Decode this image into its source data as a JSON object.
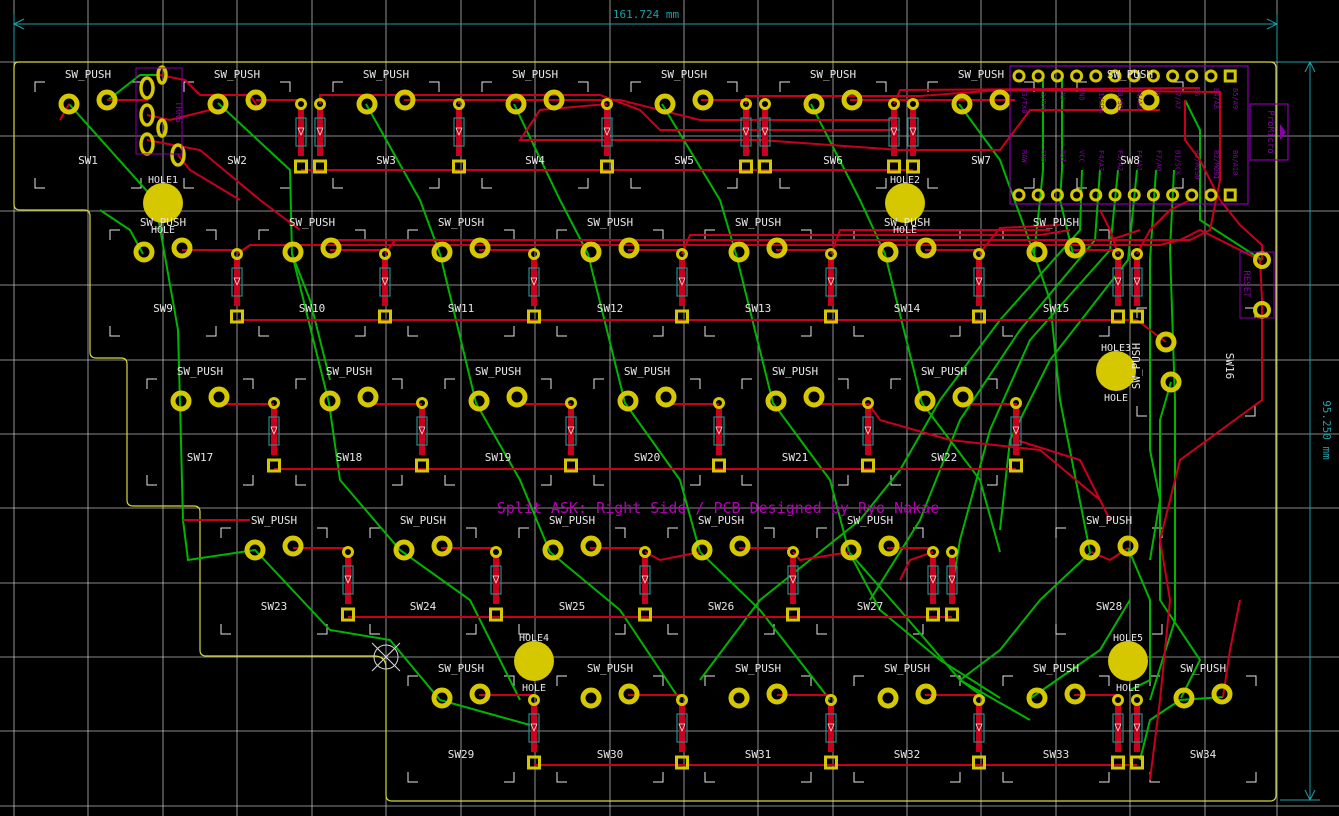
{
  "dimensions": {
    "width_label": "161.724 mm",
    "height_label": "95.250 mm"
  },
  "silkscreen_title": "Split ASK: Right Side / PCB Designed by Ryo Nakae",
  "switch_footprint_label": "SW_PUSH",
  "hole_sub_label": "HOLE",
  "holes": [
    "HOLE1",
    "HOLE2",
    "HOLE3",
    "HOLE4",
    "HOLE5"
  ],
  "switches": [
    "SW1",
    "SW2",
    "SW3",
    "SW4",
    "SW5",
    "SW6",
    "SW7",
    "SW8",
    "SW9",
    "SW10",
    "SW11",
    "SW12",
    "SW13",
    "SW14",
    "SW15",
    "SW16",
    "SW17",
    "SW18",
    "SW19",
    "SW20",
    "SW21",
    "SW22",
    "SW23",
    "SW24",
    "SW25",
    "SW26",
    "SW27",
    "SW28",
    "SW29",
    "SW30",
    "SW31",
    "SW32",
    "SW33",
    "SW34"
  ],
  "trrs_label": "TRRS",
  "mcu_label": "ProMicro",
  "mcu_top_pins": [
    "D3/TX0",
    "D2/RX1",
    "GND",
    "GND",
    "D1/SDA",
    "D0/SCL",
    "D4/A6",
    "C6",
    "D7/A7",
    "E6",
    "B4/A8",
    "B5/A9"
  ],
  "mcu_bottom_pins": [
    "RAW",
    "GND",
    "RST",
    "VCC",
    "F4/A3",
    "F5/A2",
    "F6/A1",
    "F7/A0",
    "B1/SCK",
    "B3/MISO",
    "B2/MOSI",
    "B6/A10"
  ],
  "reset_label": "RESET",
  "colors": {
    "background": "#000000",
    "grid": "#d8d8d8",
    "edge_cuts": "#d8d83c",
    "front_copper": "#c8001e",
    "back_copper": "#00b400",
    "pad": "#d6c800",
    "dimension": "#1aa0a8",
    "fab": "#2a8a8a",
    "silk_title": "#b400b4",
    "silk_text": "#e6e6e6",
    "mcu_outline": "#8a00aa"
  }
}
